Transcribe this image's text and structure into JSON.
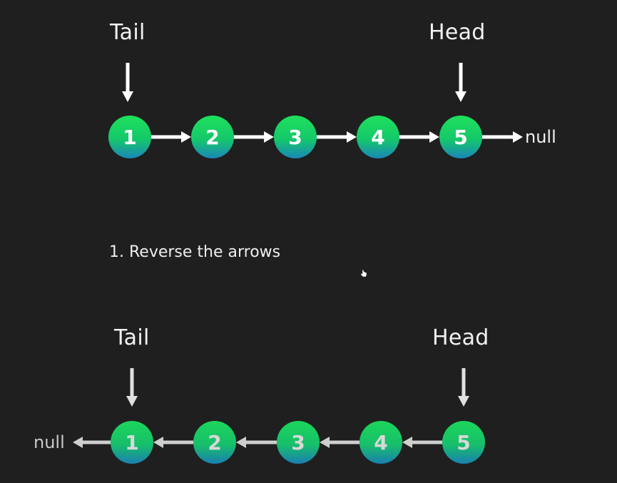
{
  "top_list": {
    "tail_label": "Tail",
    "head_label": "Head",
    "nodes": [
      "1",
      "2",
      "3",
      "4",
      "5"
    ],
    "null_label": "null"
  },
  "step": {
    "text": "1. Reverse the arrows"
  },
  "bottom_list": {
    "tail_label": "Tail",
    "head_label": "Head",
    "nodes": [
      "1",
      "2",
      "3",
      "4",
      "5"
    ],
    "null_label": "null"
  },
  "colors": {
    "background": "#1f1f20",
    "node_top": "#1bd95a",
    "node_bottom": "#1a8fb0",
    "arrow_top": "#ffffff",
    "arrow_bottom": "#cfcfcf"
  }
}
